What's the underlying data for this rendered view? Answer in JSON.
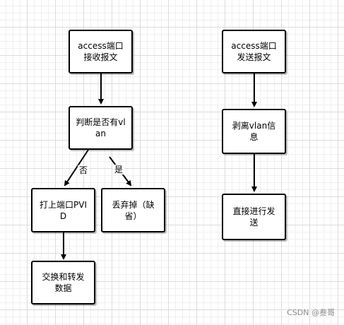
{
  "diagram": {
    "nodes": {
      "access_receive": "access端口接收报文",
      "check_vlan": "判断是否有vlan",
      "tag_pvid": "打上端口PVID",
      "drop": "丢弃掉（缺省）",
      "switch_forward": "交换和转发数据",
      "access_send": "access端口发送报文",
      "strip_vlan": "剥离vlan信息",
      "send_direct": "直接进行发送"
    },
    "edge_labels": {
      "no": "否",
      "yes": "是"
    }
  },
  "watermark": "CSDN @叁哥"
}
